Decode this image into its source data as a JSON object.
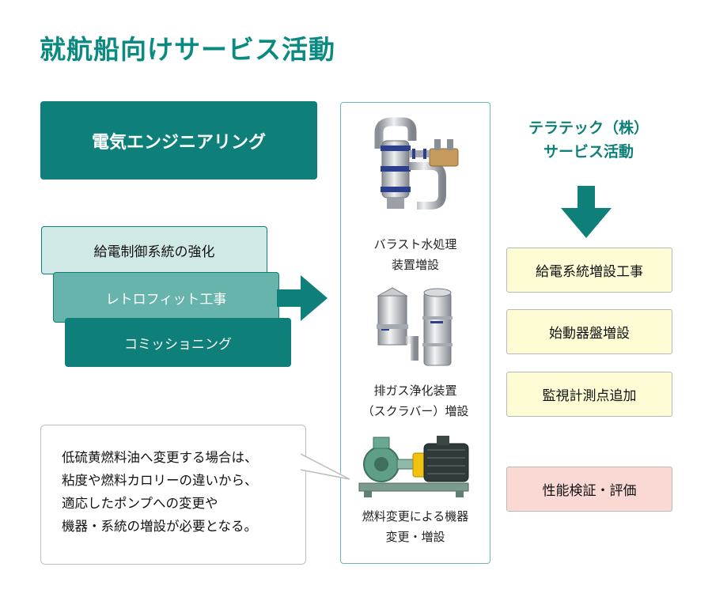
{
  "title": "就航船向けサービス活動",
  "electrical": {
    "header": "電気エンジニアリング",
    "items": [
      "給電制御系統の強化",
      "レトロフィット工事",
      "コミッショニング"
    ]
  },
  "equipment": [
    {
      "label_line1": "バラスト水処理",
      "label_line2": "装置増設",
      "icon": "ballast-water-treatment-unit"
    },
    {
      "label_line1": "排ガス浄化装置",
      "label_line2": "（スクラバー）増設",
      "icon": "exhaust-scrubber-towers"
    },
    {
      "label_line1": "燃料変更による機器",
      "label_line2": "変更・増設",
      "icon": "pump-motor-unit"
    }
  ],
  "callout": {
    "lines": [
      "低硫黄燃料油へ変更する場合は、",
      "粘度や燃料カロリーの違いから、",
      "適応したポンプへの変更や",
      "機器・系統の増設が必要となる。"
    ]
  },
  "terratec": {
    "title_line1": "テラテック（株）",
    "title_line2": "サービス活動",
    "services": [
      "給電系統増設工事",
      "始動器盤増設",
      "監視計測点追加"
    ],
    "highlight": "性能検証・評価"
  },
  "colors": {
    "teal": "#0e7f79",
    "teal_mid": "#67b4ad",
    "teal_light": "#d0e8e6",
    "title_green": "#0b8a82",
    "yellow": "#fdfcd5",
    "pink": "#fad9d5"
  }
}
